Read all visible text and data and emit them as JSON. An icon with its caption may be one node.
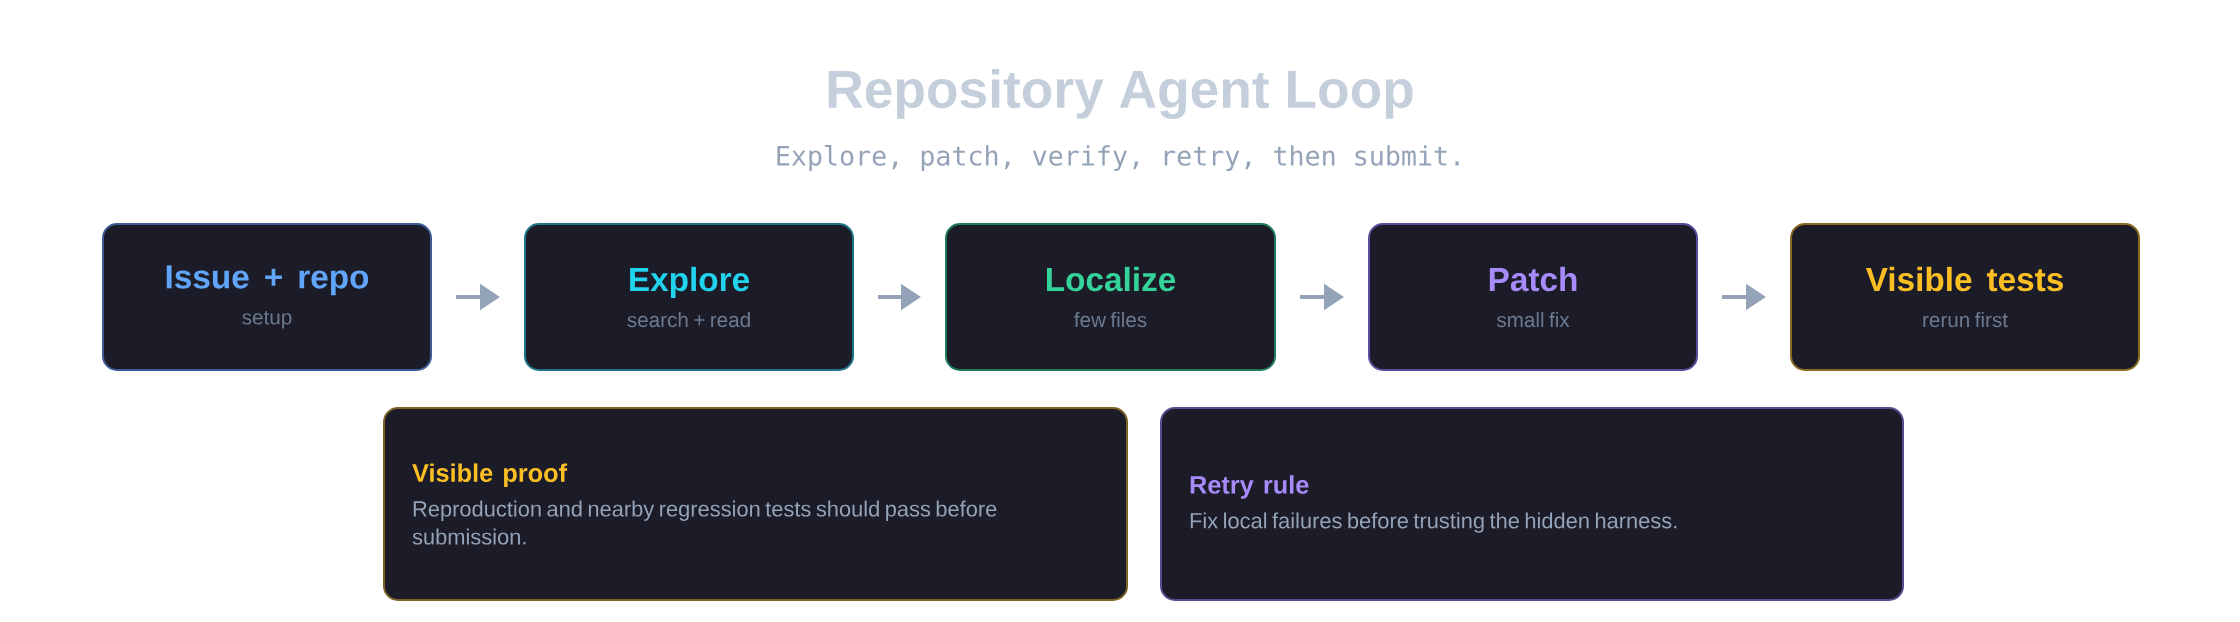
{
  "diagram": {
    "title": "Repository Agent Loop",
    "nodes": [
      {
        "text": [
          "Issue + repo",
          "setup"
        ]
      },
      {
        "text": [
          "Explore",
          "search + read"
        ]
      },
      {
        "text": [
          "Localize",
          "few files"
        ]
      },
      {
        "text": [
          "Patch",
          "small fix"
        ]
      },
      {
        "text": [
          "Visible tests",
          "rerun first"
        ]
      },
      {
        "text": [
          "Visible proof",
          "Reproduction and nearby regression tests should pass before submission."
        ]
      },
      {
        "text": [
          "Retry rule",
          "Fix local failures before trusting the hidden harness."
        ]
      }
    ],
    "edges": [
      {
        "from": 0,
        "to": 1,
        "arrow": "to"
      },
      {
        "from": 1,
        "to": 2,
        "arrow": "to"
      },
      {
        "from": 2,
        "to": 3,
        "arrow": "to"
      },
      {
        "from": 3,
        "to": 4,
        "arrow": "to"
      }
    ],
    "labels": [
      "Explore, patch, verify, retry, then submit."
    ]
  }
}
